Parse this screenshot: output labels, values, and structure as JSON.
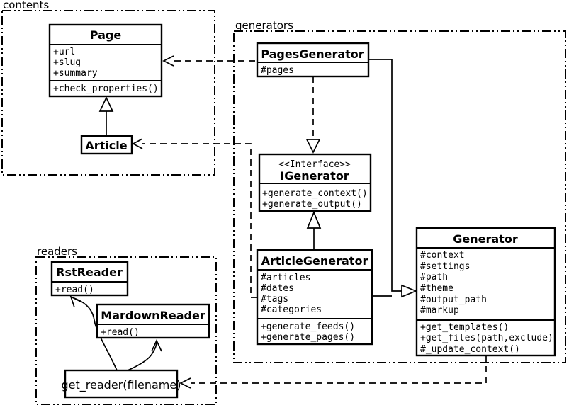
{
  "packages": {
    "contents": {
      "label": "contents"
    },
    "generators": {
      "label": "generators"
    },
    "readers": {
      "label": "readers"
    }
  },
  "classes": {
    "page": {
      "title": "Page",
      "attributes": [
        "+url",
        "+slug",
        "+summary"
      ],
      "methods": [
        "+check_properties()"
      ]
    },
    "article": {
      "title": "Article"
    },
    "pages_generator": {
      "title": "PagesGenerator",
      "attributes": [
        "#pages"
      ]
    },
    "igenerator": {
      "stereotype": "<<Interface>>",
      "title": "IGenerator",
      "methods": [
        "+generate_context()",
        "+generate_output()"
      ]
    },
    "article_generator": {
      "title": "ArticleGenerator",
      "attributes": [
        "#articles",
        "#dates",
        "#tags",
        "#categories"
      ],
      "methods": [
        "+generate_feeds()",
        "+generate_pages()"
      ]
    },
    "generator": {
      "title": "Generator",
      "attributes": [
        "#context",
        "#settings",
        "#path",
        "#theme",
        "#output_path",
        "#markup"
      ],
      "methods": [
        "+get_templates()",
        "+get_files(path,exclude)",
        "#_update_context()"
      ]
    },
    "rst_reader": {
      "title": "RstReader",
      "methods": [
        "+read()"
      ]
    },
    "mardown_reader": {
      "title": "MardownReader",
      "methods": [
        "+read()"
      ]
    }
  },
  "nodes": {
    "get_reader": {
      "label": "get_reader(filename)"
    }
  },
  "relationships": [
    {
      "from": "Article",
      "to": "Page",
      "type": "inheritance"
    },
    {
      "from": "PagesGenerator",
      "to": "Page",
      "type": "dependency"
    },
    {
      "from": "ArticleGenerator",
      "to": "Article",
      "type": "dependency"
    },
    {
      "from": "PagesGenerator",
      "to": "IGenerator",
      "type": "realization"
    },
    {
      "from": "ArticleGenerator",
      "to": "IGenerator",
      "type": "inheritance"
    },
    {
      "from": "PagesGenerator",
      "to": "Generator",
      "type": "inheritance"
    },
    {
      "from": "ArticleGenerator",
      "to": "Generator",
      "type": "inheritance"
    },
    {
      "from": "Generator",
      "to": "get_reader(filename)",
      "type": "dependency"
    },
    {
      "from": "get_reader(filename)",
      "to": "RstReader",
      "type": "call"
    },
    {
      "from": "get_reader(filename)",
      "to": "MardownReader",
      "type": "call"
    }
  ],
  "colors": {
    "line": "#000000",
    "background": "#ffffff",
    "box_fill": "#ffffff"
  }
}
